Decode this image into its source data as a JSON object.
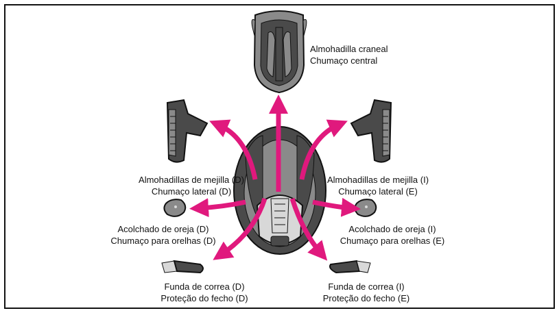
{
  "colors": {
    "arrow": "#e0197d",
    "pad_dark": "#4a4a4a",
    "pad_mid": "#8a8a8a",
    "pad_light": "#d8d8d8",
    "outline": "#111111",
    "frame": "#111111"
  },
  "labels": {
    "crown_es": "Almohadilla craneal",
    "crown_pt": "Chumaço central",
    "cheek_left_es": "Almohadillas de mejilla (D)",
    "cheek_left_pt": "Chumaço lateral (D)",
    "cheek_right_es": "Almohadillas de mejilla (I)",
    "cheek_right_pt": "Chumaço lateral (E)",
    "ear_left_es": "Acolchado de oreja (D)",
    "ear_left_pt": "Chumaço para orelhas (D)",
    "ear_right_es": "Acolchado de oreja (I)",
    "ear_right_pt": "Chumaço para orelhas (E)",
    "strap_left_es": "Funda de correa (D)",
    "strap_left_pt": "Proteção do fecho (D)",
    "strap_right_es": "Funda de correa (I)",
    "strap_right_pt": "Proteção do fecho (E)"
  }
}
